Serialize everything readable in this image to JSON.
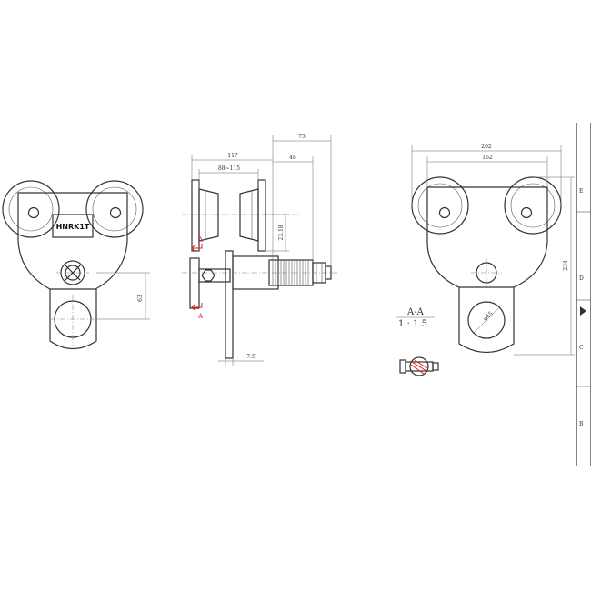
{
  "model_label": "HNRK1T",
  "dimensions": {
    "d117": "117",
    "d75": "75",
    "d48": "48",
    "d88_115": "88~115",
    "d23_18": "23.18",
    "d63": "63",
    "d7_5": "7.5",
    "d202": "202",
    "d162": "162",
    "d234": "234",
    "d_phi": "φ45"
  },
  "section": {
    "name": "A-A",
    "scale": "1 : 1.5",
    "marker": "A"
  },
  "frame_letters": [
    "E",
    "D",
    "C",
    "B"
  ],
  "colors": {
    "line": "#333333",
    "section_marker": "#e02020"
  }
}
